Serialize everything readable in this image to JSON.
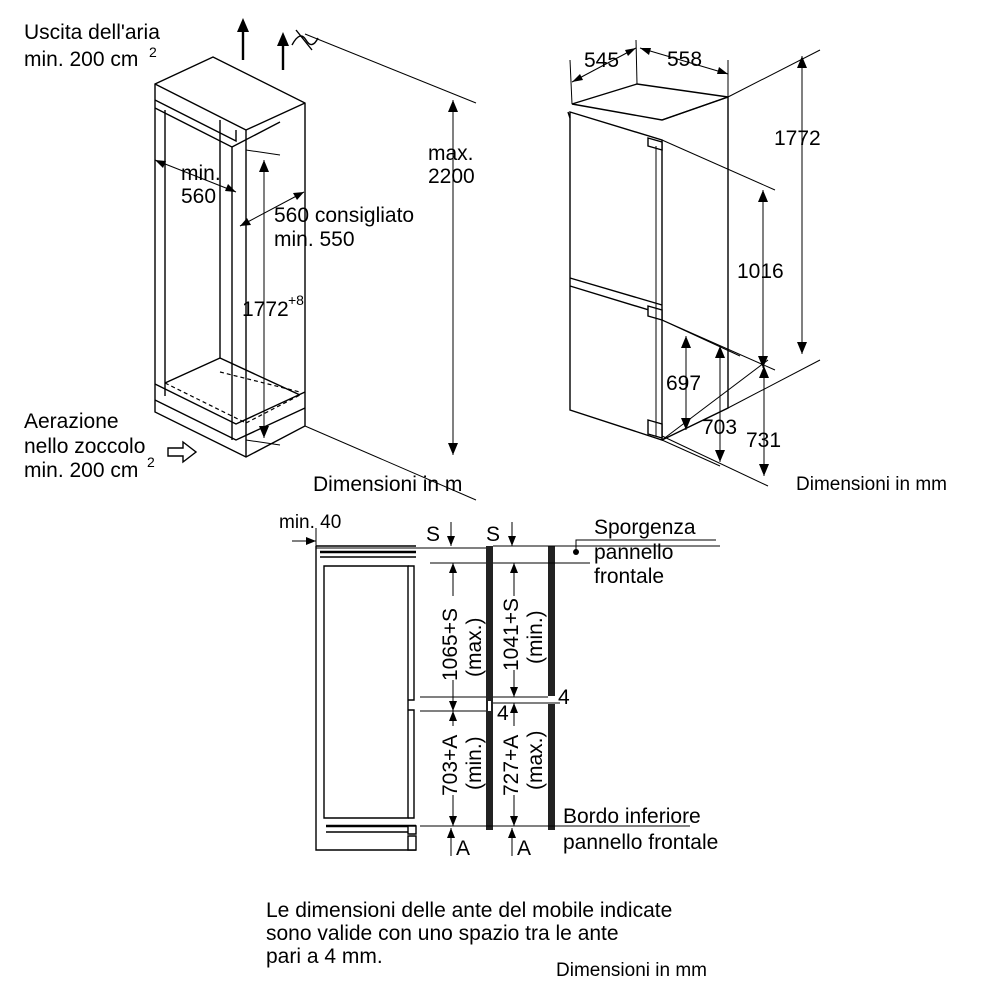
{
  "niche": {
    "air_outlet_line1": "Uscita dell'aria",
    "air_outlet_line2": "min. 200 cm",
    "air_outlet_sup": "2",
    "width_min_line1": "min.",
    "width_min_line2": "560",
    "width_rec_line1": "560 consigliato",
    "width_rec_line2": "min. 550",
    "height_value": "1772",
    "height_tol": "+8",
    "max_height_line1": "max.",
    "max_height_line2": "2200",
    "plinth_line1": "Aerazione",
    "plinth_line2": "nello zoccolo",
    "plinth_line3": "min. 200 cm",
    "plinth_sup": "2",
    "units": "Dimensioni in m"
  },
  "appliance": {
    "depth": "545",
    "width": "558",
    "height": "1772",
    "upper": "1016",
    "lower_697": "697",
    "lower_703": "703",
    "lower_731": "731",
    "units": "Dimensioni in mm"
  },
  "doors": {
    "gap_min": "min. 40",
    "s_left": "S",
    "s_right": "S",
    "top_left_a": "1065+S",
    "top_left_b": "(max.)",
    "top_right_a": "1041+S",
    "top_right_b": "(min.)",
    "gap_4_left": "4",
    "gap_4_right": "4",
    "bot_left_a": "703+A",
    "bot_left_b": "(min.)",
    "bot_right_a": "727+A",
    "bot_right_b": "(max.)",
    "a_left": "A",
    "a_right": "A",
    "overhang_line1": "Sporgenza",
    "overhang_line2": "pannello",
    "overhang_line3": "frontale",
    "bottom_edge_line1": "Bordo inferiore",
    "bottom_edge_line2": "pannello frontale"
  },
  "note": {
    "line1": "Le dimensioni delle ante del mobile indicate",
    "line2": "sono valide con uno spazio tra le ante",
    "line3": "pari a 4 mm.",
    "units": "Dimensioni in mm"
  }
}
